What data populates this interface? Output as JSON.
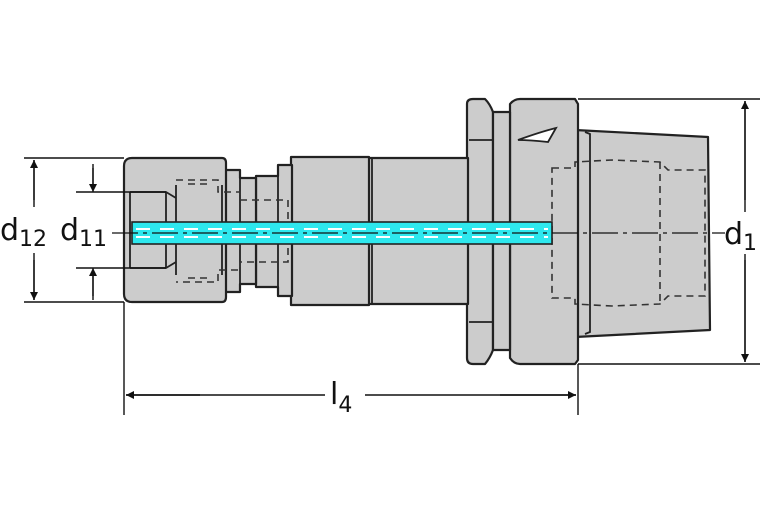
{
  "dimensions": {
    "d12": {
      "base": "d",
      "sub": "12"
    },
    "d11": {
      "base": "d",
      "sub": "11"
    },
    "d1": {
      "base": "d",
      "sub": "1"
    },
    "l4": {
      "base": "l",
      "sub": "4"
    }
  },
  "colors": {
    "body_fill": "#cccccc",
    "outline": "#222222",
    "coolant": "#2ee8ee",
    "hidden_line": "#333333",
    "dimension_line": "#111111",
    "background": "#ffffff"
  }
}
